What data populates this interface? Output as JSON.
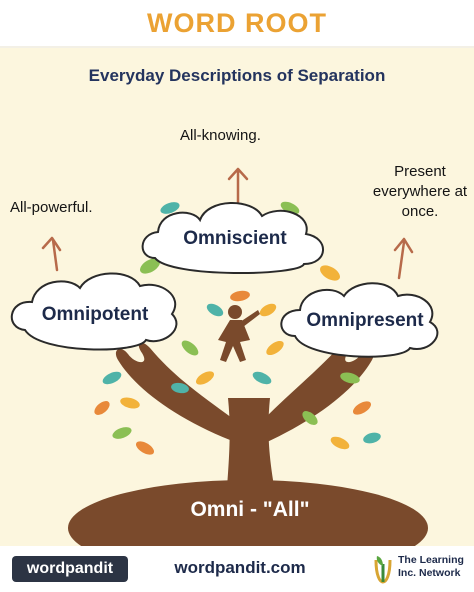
{
  "header": {
    "title": "WORD ROOT"
  },
  "poster": {
    "subtitle": "Everyday Descriptions of Separation",
    "descriptions": {
      "omniscient": "All-knowing.",
      "omnipotent": "All-powerful.",
      "omnipresent": "Present everywhere at once."
    },
    "words": {
      "omniscient": "Omniscient",
      "omnipotent": "Omnipotent",
      "omnipresent": "Omnipresent"
    },
    "root": "Omni - \"All\""
  },
  "footer": {
    "brand_logo": "wordpandit",
    "site": "wordpandit.com",
    "network_logo": "The Learning Inc. Network"
  },
  "colors": {
    "title_orange": "#eba233",
    "poster_bg": "#fcf6de",
    "trunk_brown": "#7a4a2c",
    "navy_text": "#1d2a4a"
  }
}
